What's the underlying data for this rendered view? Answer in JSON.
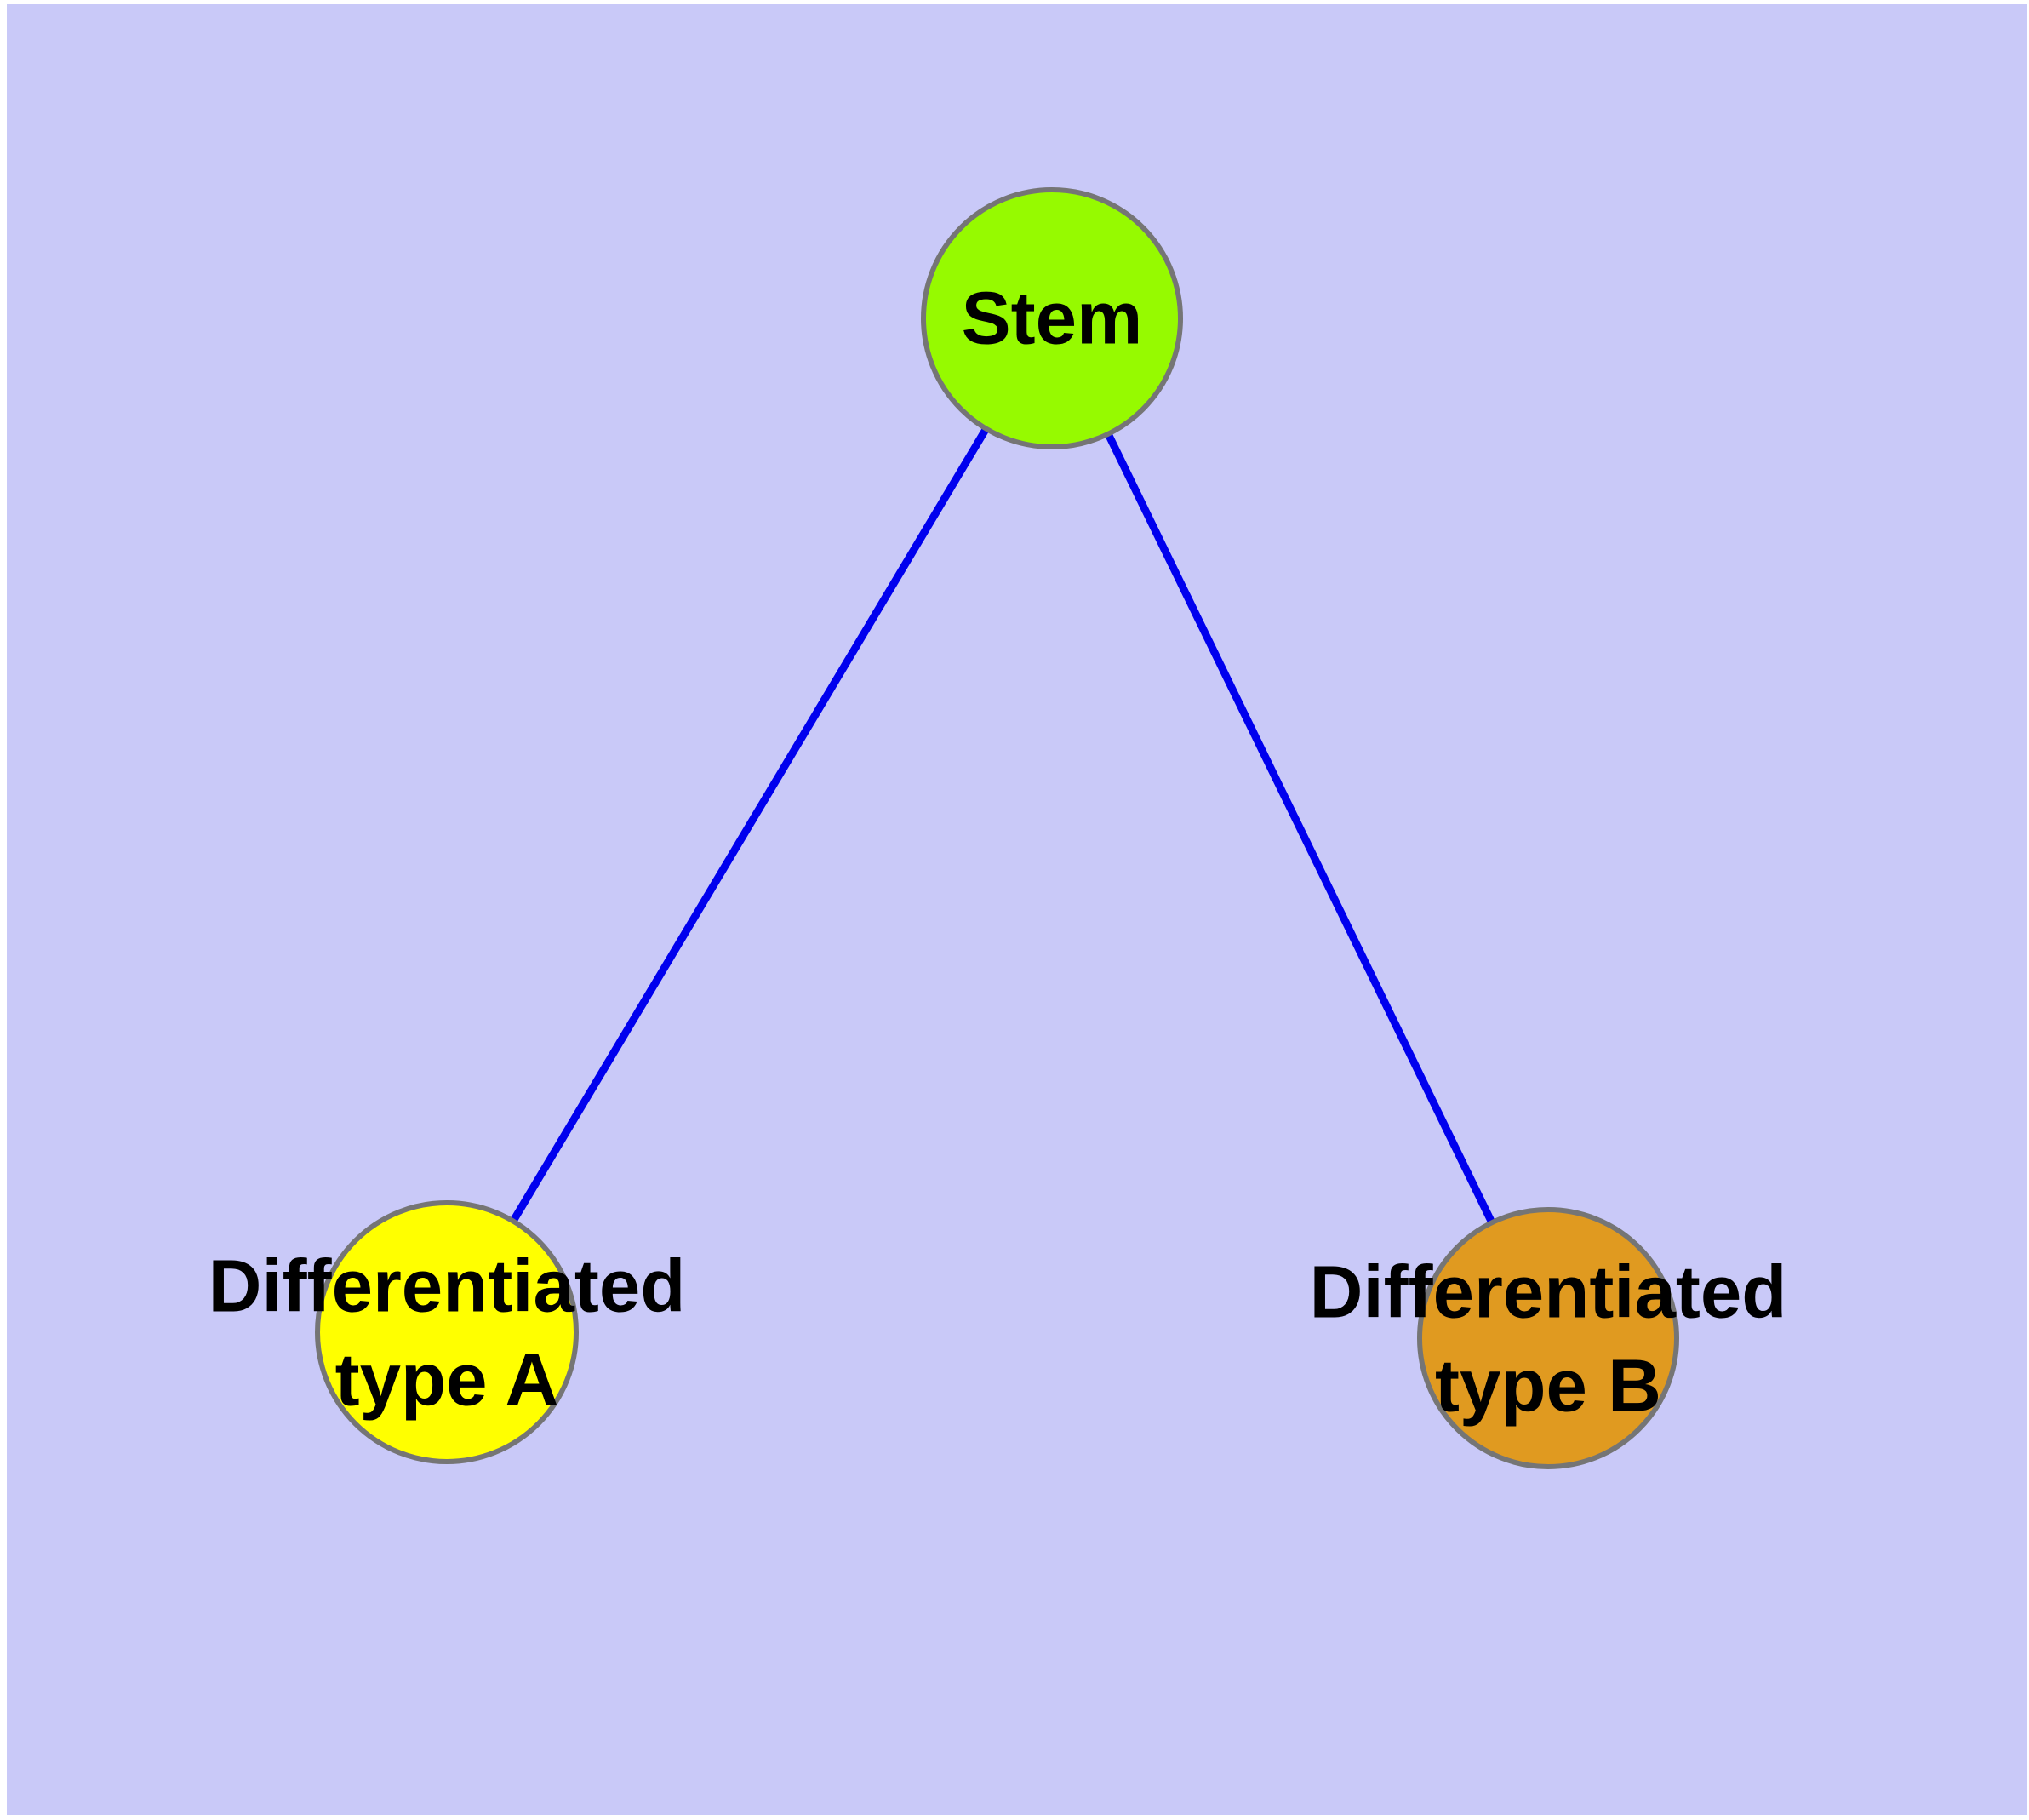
{
  "diagram": {
    "background_color": "#c9c9f8",
    "page_margin_color": "#ffffff",
    "edge_color": "#0000ee",
    "node_border_color": "#757575",
    "label_color": "#000000",
    "nodes": {
      "stem": {
        "label": "Stem",
        "fill": "#96fa00"
      },
      "type_a": {
        "label_line1": "Differentiated",
        "label_line2": "type A",
        "fill": "#ffff00"
      },
      "type_b": {
        "label_line1": "Differentiated",
        "label_line2": "type B",
        "fill": "#e09a20"
      }
    },
    "edges": [
      {
        "from": "stem",
        "to": "type_a"
      },
      {
        "from": "stem",
        "to": "type_b"
      }
    ]
  }
}
